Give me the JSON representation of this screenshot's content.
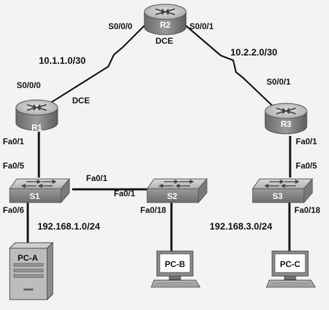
{
  "routers": {
    "r1": {
      "name": "R1"
    },
    "r2": {
      "name": "R2"
    },
    "r3": {
      "name": "R3"
    }
  },
  "switches": {
    "s1": {
      "name": "S1"
    },
    "s2": {
      "name": "S2"
    },
    "s3": {
      "name": "S3"
    }
  },
  "hosts": {
    "pca": {
      "name": "PC-A"
    },
    "pcb": {
      "name": "PC-B"
    },
    "pcc": {
      "name": "PC-C"
    }
  },
  "interfaces": {
    "r2_s000": "S0/0/0",
    "r2_s001": "S0/0/1",
    "r2_dce": "DCE",
    "r1_s000": "S0/0/0",
    "r1_dce": "DCE",
    "r3_s001": "S0/0/1",
    "r1_fa01": "Fa0/1",
    "s1_fa05": "Fa0/5",
    "s1_fa01": "Fa0/1",
    "s2_fa01": "Fa0/1",
    "s1_fa06": "Fa0/6",
    "s2_fa018": "Fa0/18",
    "r3_fa01": "Fa0/1",
    "s3_fa05": "Fa0/5",
    "s3_fa018": "Fa0/18"
  },
  "networks": {
    "r1_r2": "10.1.1.0/30",
    "r2_r3": "10.2.2.0/30",
    "lan1": "192.168.1.0/24",
    "lan3": "192.168.3.0/24"
  },
  "colors": {
    "device_body": "#8a8a8a",
    "device_top": "#c4c4c4",
    "line": "#111111",
    "background": "#f3f3f3"
  },
  "icons": {
    "router": "router-icon",
    "switch": "switch-icon",
    "pc": "pc-icon",
    "serial": "serial-link-zigzag"
  }
}
